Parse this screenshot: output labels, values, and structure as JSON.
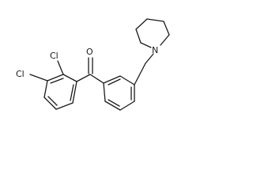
{
  "structure": {
    "atoms": {
      "oxygen": "O",
      "nitrogen": "N",
      "chlorine_1": "Cl",
      "chlorine_2": "Cl"
    }
  },
  "colors": {
    "bond": "#1a1a1a",
    "label": "#1a1a1a",
    "background": "#ffffff"
  }
}
